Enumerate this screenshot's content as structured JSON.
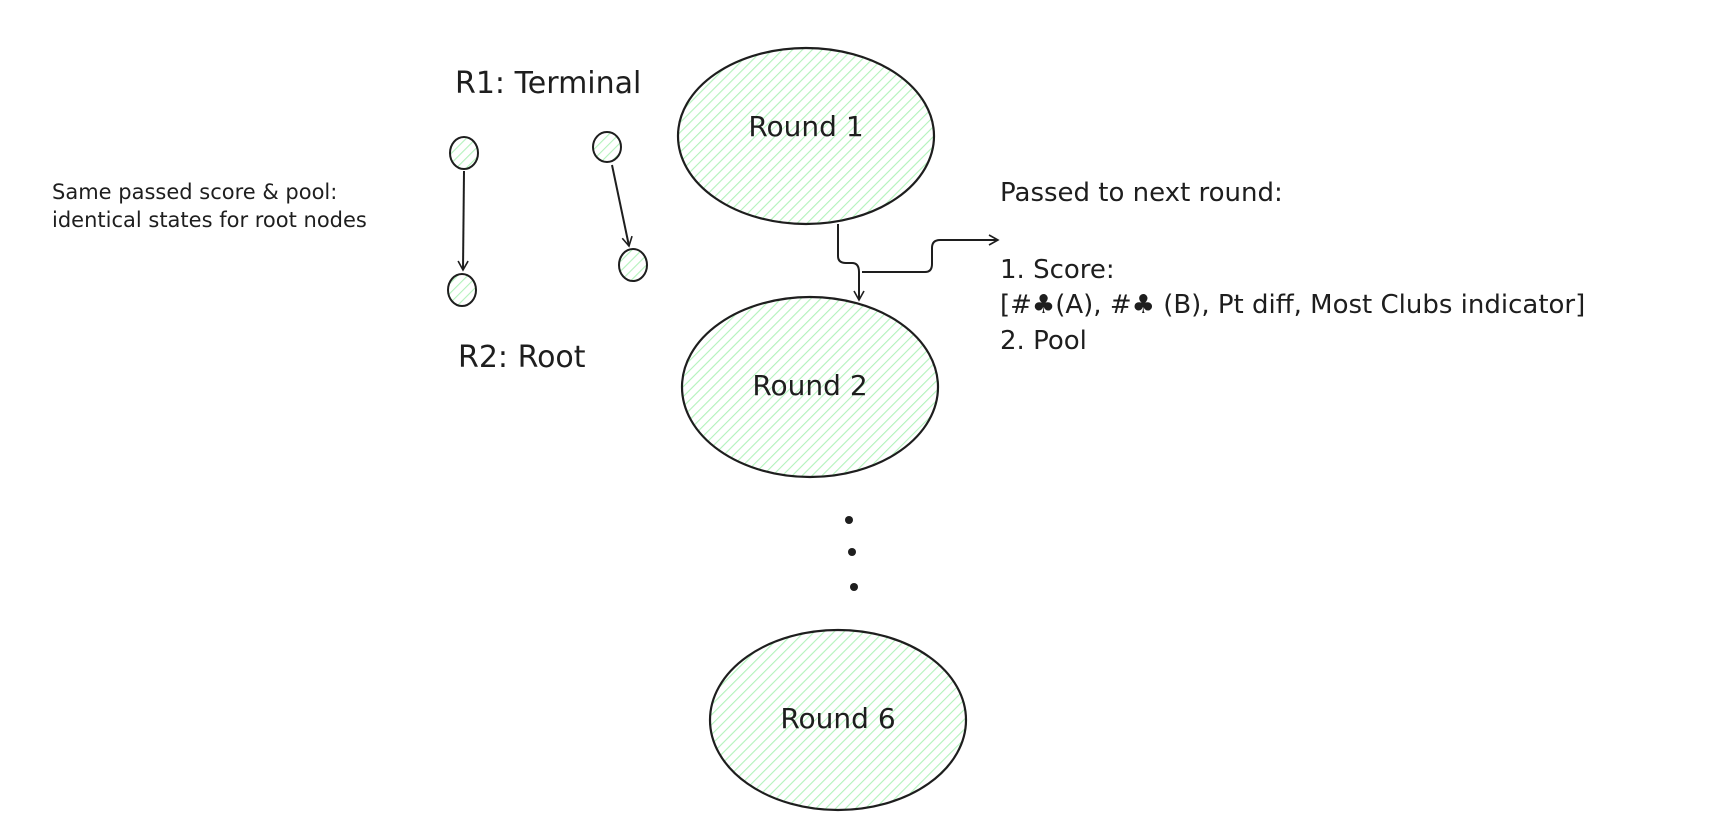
{
  "colors": {
    "stroke": "#1e1e1e",
    "hatch": "#b2f2bb",
    "background": "#ffffff"
  },
  "labels": {
    "r1_terminal": "R1: Terminal",
    "r2_root": "R2: Root",
    "annotation_line1": "Same passed score & pool:",
    "annotation_line2": "identical states for root nodes"
  },
  "rounds": [
    {
      "label": "Round 1"
    },
    {
      "label": "Round 2"
    },
    {
      "label": "Round 6"
    }
  ],
  "ellipsis": "•",
  "passed": {
    "title": "Passed to next round:",
    "item1": "1. Score:",
    "item1_detail": "[#♣(A), #♣ (B), Pt diff, Most Clubs indicator]",
    "item2": "2. Pool"
  }
}
